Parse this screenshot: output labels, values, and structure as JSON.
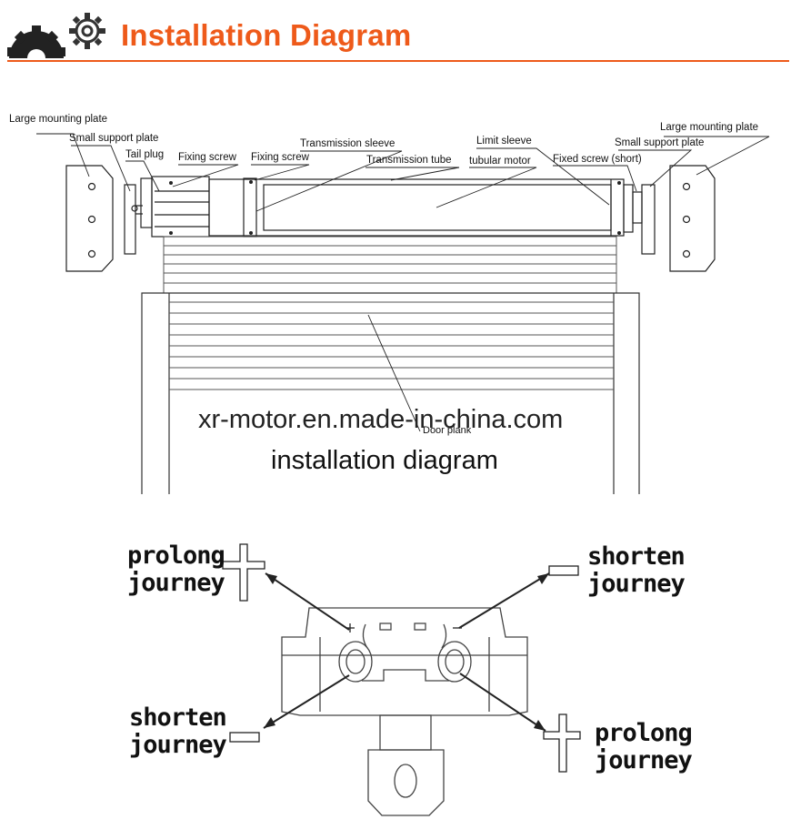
{
  "header": {
    "title": "Installation Diagram",
    "accent_color": "#ee5a1a",
    "icon": "gears-icon"
  },
  "upper_diagram": {
    "labels": {
      "large_mounting_plate_left": "Large mounting plate",
      "small_support_plate_left": "Small support plate",
      "tail_plug": "Tail plug",
      "fixing_screw_1": "Fixing screw",
      "fixing_screw_2": "Fixing screw",
      "transmission_sleeve": "Transmission sleeve",
      "transmission_tube": "Transmission tube",
      "limit_sleeve": "Limit sleeve",
      "tubular_motor": "tubular motor",
      "fixed_screw_short": "Fixed screw (short)",
      "small_support_plate_right": "Small support plate",
      "large_mounting_plate_right": "Large mounting plate",
      "door_plank": "Door plank"
    },
    "watermark": "xr-motor.en.made-in-china.com",
    "caption": "installation diagram"
  },
  "lower_diagram": {
    "top_left": {
      "line1": "prolong",
      "line2": "journey"
    },
    "top_right": {
      "line1": "shorten",
      "line2": "journey"
    },
    "bottom_left": {
      "line1": "shorten",
      "line2": "journey"
    },
    "bottom_right": {
      "line1": "prolong",
      "line2": "journey"
    }
  }
}
